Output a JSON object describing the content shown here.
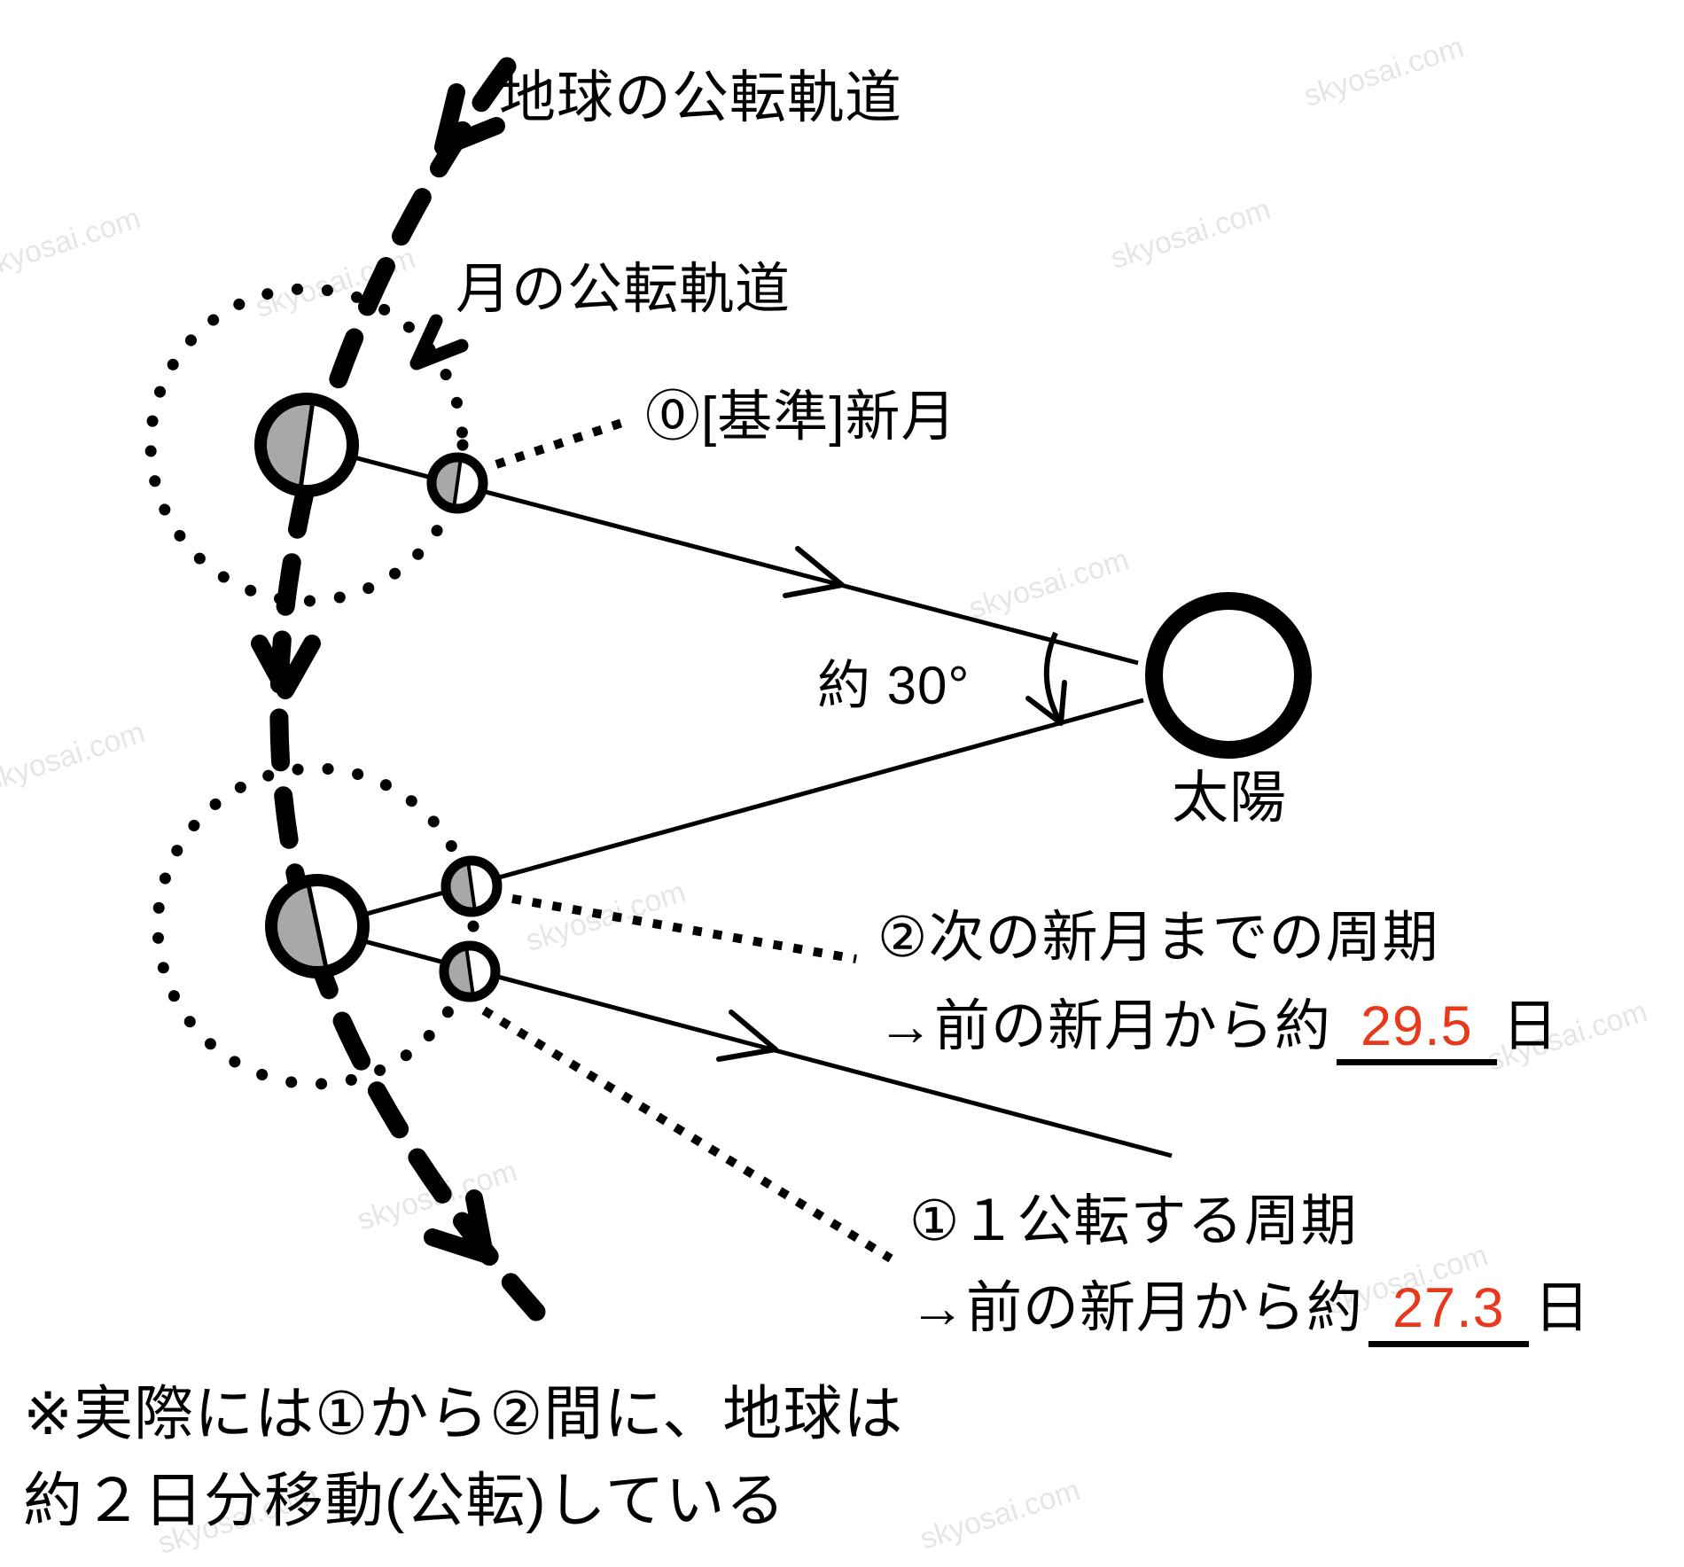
{
  "watermark": "skyosai.com",
  "colors": {
    "answer_red": "#e8391c",
    "night_shade_gray": "#a8a8a8",
    "line_black": "#000000"
  },
  "labels": {
    "earth_orbit": "地球の公転軌道",
    "moon_orbit": "月の公転軌道",
    "new_moon_reference": "⓪[基準]新月",
    "angle": "約 30°",
    "sun": "太陽",
    "synodic": {
      "line1": "②次の新月までの周期",
      "prefix": "→前の新月から約",
      "value": "29.5",
      "unit": "日"
    },
    "sidereal": {
      "line1": "①１公転する周期",
      "prefix": "→前の新月から約",
      "value": "27.3",
      "unit": "日"
    },
    "note_line1": "※実際には①から②間に、地球は",
    "note_line2": "約２日分移動(公転)している"
  }
}
